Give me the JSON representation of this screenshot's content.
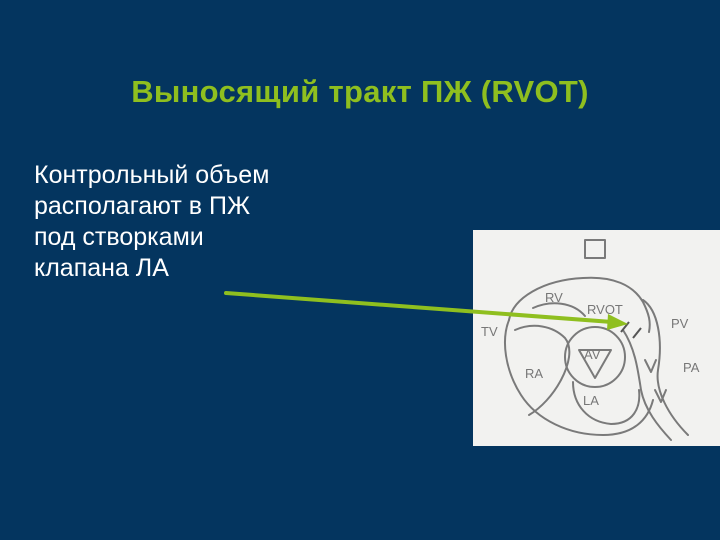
{
  "slide": {
    "title": "Выносящий тракт ПЖ (RVOT)",
    "body_lines": [
      "Контрольный объем",
      "располагают в ПЖ",
      "под створками",
      "клапана ЛА"
    ]
  },
  "diagram": {
    "labels": {
      "rv": "RV",
      "rvot": "RVOT",
      "pv": "PV",
      "tv": "TV",
      "av": "AV",
      "ra": "RA",
      "pa": "PA",
      "la": "LA"
    },
    "arrow_color": "#8fbf1f"
  },
  "colors": {
    "background": "#04355f",
    "title": "#8fbf1f",
    "text": "#ffffff",
    "diagram_panel": "#f2f2f0",
    "diagram_ink": "#7a7a7a"
  }
}
